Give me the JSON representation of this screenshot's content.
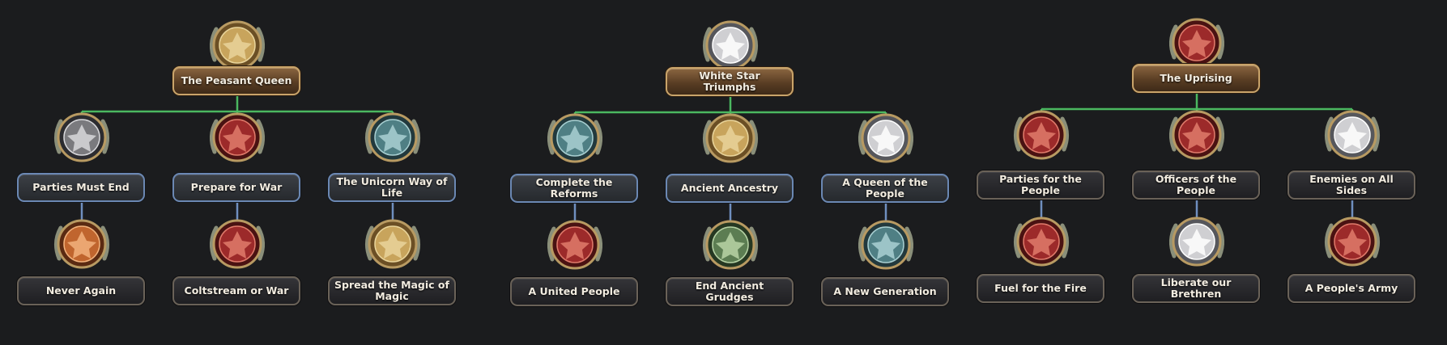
{
  "trees": [
    {
      "root": {
        "label": "The Peasant Queen",
        "icon": "eagle-laurel-emblem-icon"
      },
      "children": [
        {
          "label": "Parties Must End",
          "icon": "crossed-hammers-star-icon",
          "child": {
            "label": "Never Again",
            "icon": "pony-soldier-portrait-icon"
          }
        },
        {
          "label": "Prepare for War",
          "icon": "spears-laurel-icon",
          "child": {
            "label": "Coltstream or War",
            "icon": "chevron-shield-icon"
          }
        },
        {
          "label": "The Unicorn Way of Life",
          "icon": "unicorn-banner-icon",
          "child": {
            "label": "Spread the Magic of Magic",
            "icon": "magic-star-icon"
          }
        }
      ]
    },
    {
      "root": {
        "label": "White Star Triumphs",
        "icon": "rearing-unicorn-flag-icon"
      },
      "children": [
        {
          "label": "Complete the Reforms",
          "icon": "laurel-horseshoe-icon",
          "child": {
            "label": "A United People",
            "icon": "crown-shield-icon"
          }
        },
        {
          "label": "Ancient Ancestry",
          "icon": "crowned-shield-icon",
          "child": {
            "label": "End Ancient Grudges",
            "icon": "laurel-chevron-shield-icon"
          }
        },
        {
          "label": "A Queen of the People",
          "icon": "crown-laurel-icon",
          "child": {
            "label": "A New Generation",
            "icon": "flask-gear-icon"
          }
        }
      ]
    },
    {
      "root": {
        "label": "The Uprising",
        "icon": "crowned-red-emblem-icon"
      },
      "children": [
        {
          "label": "Parties for the People",
          "icon": "helmet-shield-icon",
          "child": {
            "label": "Fuel for the Fire",
            "icon": "red-flag-star-icon"
          }
        },
        {
          "label": "Officers of the People",
          "icon": "red-star-wreath-icon",
          "child": {
            "label": "Liberate our Brethren",
            "icon": "broken-shield-icon"
          }
        },
        {
          "label": "Enemies on All Sides",
          "icon": "skull-wings-icon",
          "child": {
            "label": "A People's Army",
            "icon": "red-star-laurel-icon"
          }
        }
      ]
    }
  ],
  "colors": {
    "background": "#1b1c1e",
    "connector_green": "#4bb860",
    "connector_blue": "#6f8fbf",
    "plate_gold": "#c9a46a",
    "plate_blue": "#6b88b3"
  }
}
